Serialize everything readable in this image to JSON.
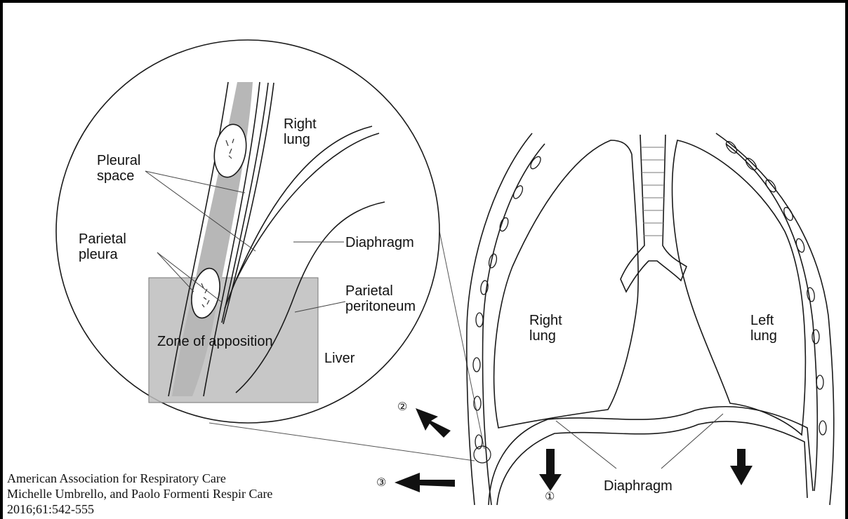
{
  "inset_labels": {
    "right_lung": "Right\nlung",
    "pleural_space": "Pleural\nspace",
    "parietal_pleura": "Parietal\npleura",
    "diaphragm": "Diaphragm",
    "parietal_peritoneum": "Parietal\nperitoneum",
    "zone_of_apposition": "Zone of apposition",
    "liver": "Liver"
  },
  "main_labels": {
    "right_lung": "Right\nlung",
    "left_lung": "Left\nlung",
    "diaphragm": "Diaphragm"
  },
  "markers": {
    "one": "①",
    "two": "②",
    "three": "③"
  },
  "credit": {
    "line1": "American Association for Respiratory Care",
    "line2": "Michelle Umbrello, and Paolo Formenti Respir Care",
    "line3": "2016;61:542-555"
  },
  "colors": {
    "line": "#1a1a1a",
    "pleura_fill": "#b9b9b9",
    "zone_fill": "#bdbdbd",
    "background": "#ffffff"
  }
}
